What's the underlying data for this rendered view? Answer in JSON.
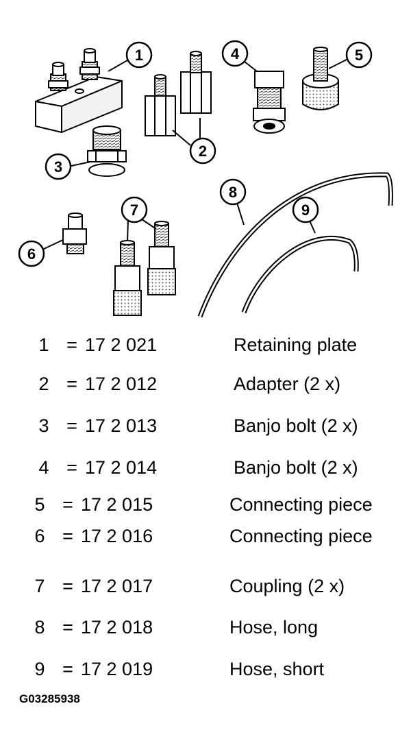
{
  "callouts": [
    "1",
    "2",
    "3",
    "4",
    "5",
    "6",
    "7",
    "8",
    "9"
  ],
  "legend": [
    {
      "num": "1",
      "eq": "=",
      "part": "17 2 021",
      "desc": "Retaining plate"
    },
    {
      "num": "2",
      "eq": "=",
      "part": "17 2 012",
      "desc": "Adapter (2 x)"
    },
    {
      "num": "3",
      "eq": "=",
      "part": "17 2 013",
      "desc": "Banjo bolt (2 x)"
    },
    {
      "num": "4",
      "eq": "=",
      "part": "17 2 014",
      "desc": "Banjo bolt (2 x)"
    },
    {
      "num": "5",
      "eq": "=",
      "part": "17 2 015",
      "desc": "Connecting piece"
    },
    {
      "num": "6",
      "eq": "=",
      "part": "17 2 016",
      "desc": "Connecting piece"
    },
    {
      "num": "7",
      "eq": "=",
      "part": "17 2 017",
      "desc": "Coupling (2 x)"
    },
    {
      "num": "8",
      "eq": "=",
      "part": "17 2 018",
      "desc": "Hose, long"
    },
    {
      "num": "9",
      "eq": "=",
      "part": "17 2 019",
      "desc": "Hose, short"
    }
  ],
  "figure_id": "G03285938"
}
